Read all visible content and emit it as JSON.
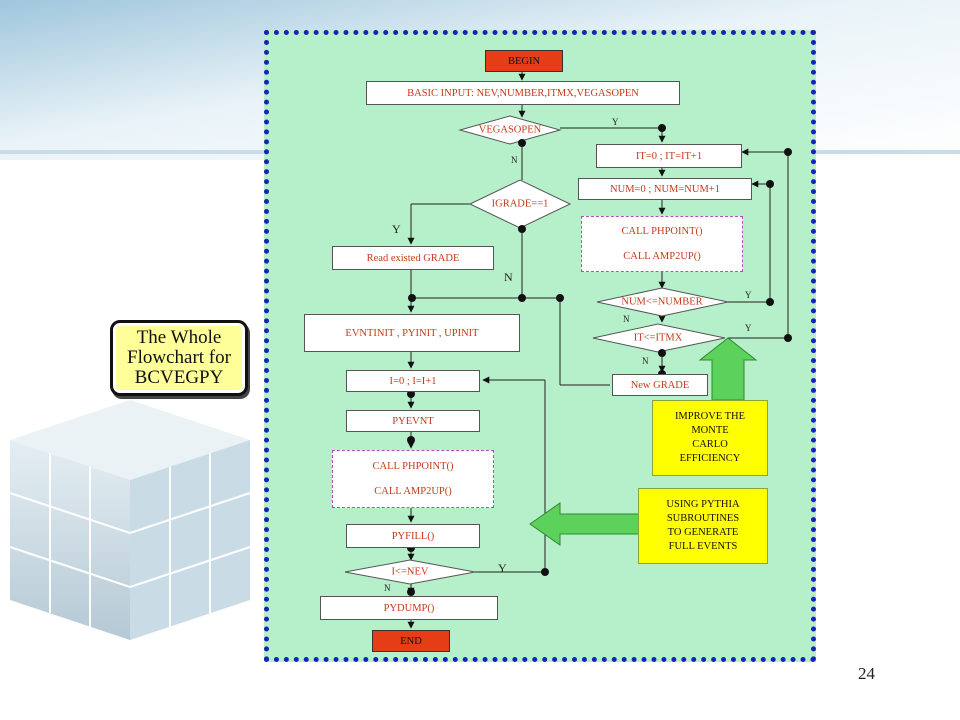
{
  "slide": {
    "title": "The Whole\nFlowchart for\nBCVEGPY",
    "page_number": "24"
  },
  "flowchart": {
    "begin": "BEGIN",
    "basic_input": "BASIC INPUT: NEV,NUMBER,ITMX,VEGASOPEN",
    "vegasopen": "VEGASOPEN",
    "igrade": "IGRADE==1",
    "read_grade": "Read existed GRADE",
    "evntinit": "EVNTINIT , PYINIT , UPINIT",
    "i_loop": "I=0 ; I=I+1",
    "pyevnt": "PYEVNT",
    "call_phpoint": "CALL  PHPOINT()",
    "call_amp2up": "CALL  AMP2UP()",
    "pyfill": "PYFILL()",
    "i_cond": "I<=NEV",
    "pydump": "PYDUMP()",
    "end": "END",
    "it_loop": "IT=0 ; IT=IT+1",
    "num_loop": "NUM=0 ; NUM=NUM+1",
    "num_cond": "NUM<=NUMBER",
    "it_cond": "IT<=ITMX",
    "new_grade": "New GRADE",
    "yes": "Y",
    "no": "N"
  },
  "notes": {
    "improve": "IMPROVE THE\nMONTE\nCARLO\nEFFICIENCY",
    "pythia": "USING  PYTHIA\nSUBROUTINES\nTO GENERATE\nFULL  EVENTS"
  },
  "colors": {
    "panel": "#b5f0ca",
    "border": "#1b20b8",
    "note": "#ffff00",
    "arrow": "#5cd25c",
    "terminal": "#e53d16",
    "text": "#c33a1a"
  }
}
